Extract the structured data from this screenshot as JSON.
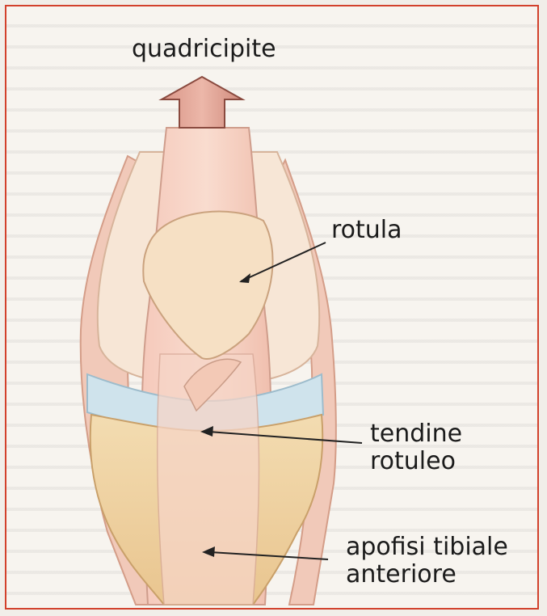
{
  "labels": {
    "quadriceps": "quadricipite",
    "patella": "rotula",
    "tendon_line1": "tendine",
    "tendon_line2": "rotuleo",
    "tuberosity_line1": "apofisi tibiale",
    "tuberosity_line2": "anteriore"
  },
  "colors": {
    "frame_border": "#d2412c",
    "arrow_fill": "#e3a79a",
    "muscle": "#f2c6b8",
    "patella": "#f6e0c4",
    "meniscus": "#cfe3ec",
    "bone": "#f1d6a8"
  }
}
